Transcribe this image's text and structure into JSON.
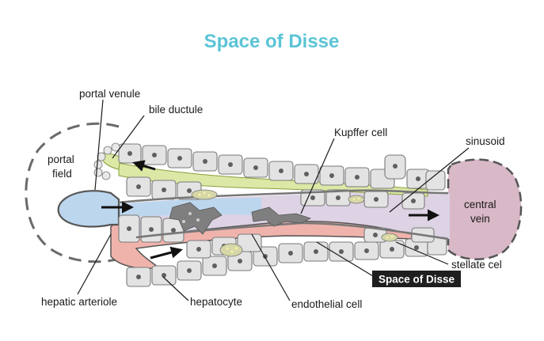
{
  "title": "Space of Disse",
  "labels": {
    "portal_venule": "portal venule",
    "bile_ductule": "bile ductule",
    "portal_field_line1": "portal",
    "portal_field_line2": "field",
    "kupffer_cell": "Kupffer cell",
    "sinusoid": "sinusoid",
    "central_vein_line1": "central",
    "central_vein_line2": "vein",
    "stellate_cell": "stellate cel",
    "space_of_disse": "Space of Disse",
    "hepatic_arteriole": "hepatic arteriole",
    "hepatocyte": "hepatocyte",
    "endothelial_cell": "endothelial cell"
  },
  "colors": {
    "title": "#5bc4d6",
    "venule_blue": "#bcd6ee",
    "bile_green": "#dbe8a6",
    "arteriole_red": "#f0b3ac",
    "central_vein": "#d9b8c7",
    "sinusoid_lavender": "#ddd3e4",
    "hepatocyte_gray": "#e3e3e3",
    "kupffer_gray": "#7f7f7f",
    "badge_bg": "#1f1f1f",
    "badge_text": "#ffffff"
  }
}
